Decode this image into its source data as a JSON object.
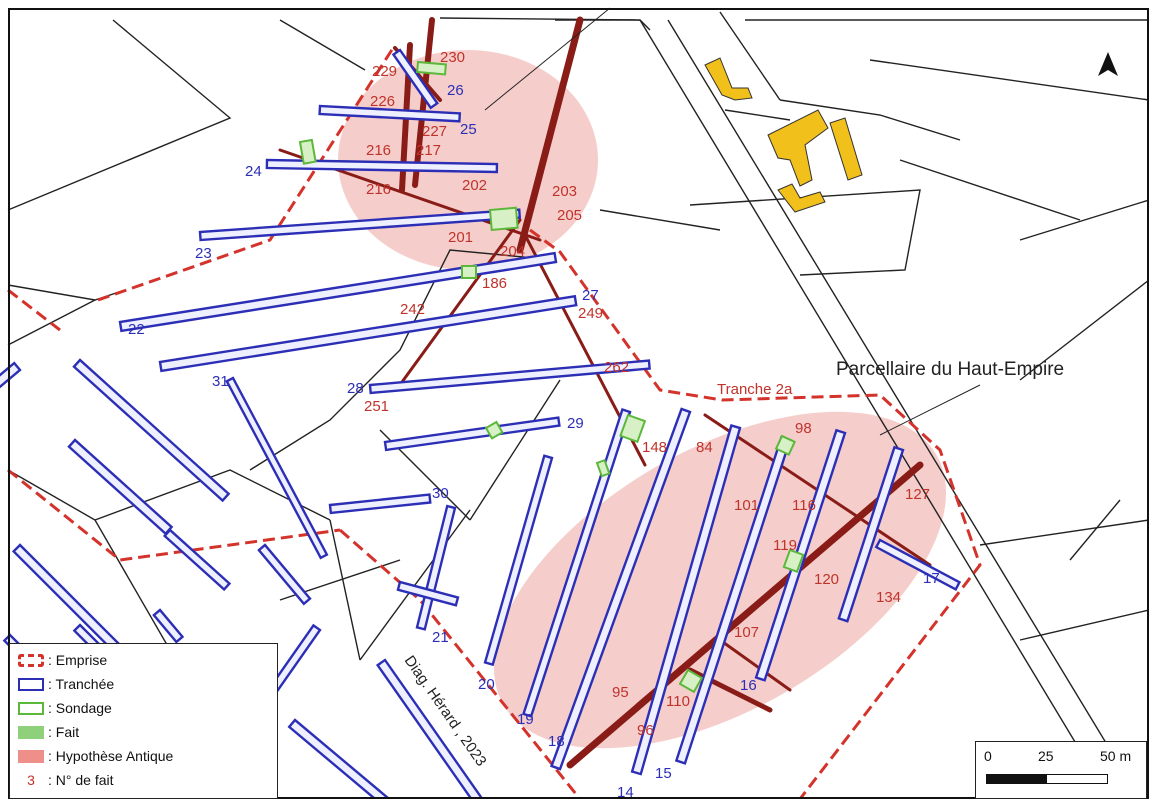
{
  "map": {
    "annotations": {
      "haut_empire": "Parcellaire du Haut-Empire",
      "tranche": "Tranche 2a",
      "diag": "Diag. Hérard , 2023"
    },
    "blue_labels": [
      "26",
      "25",
      "24",
      "23",
      "22",
      "27",
      "28",
      "29",
      "30",
      "31",
      "21",
      "20",
      "19",
      "18",
      "14",
      "15",
      "16",
      "17"
    ],
    "red_labels": [
      "230",
      "229",
      "226",
      "227",
      "216",
      "217",
      "216",
      "202",
      "203",
      "205",
      "201",
      "204",
      "186",
      "242",
      "249",
      "262",
      "251",
      "148",
      "84",
      "98",
      "101",
      "116",
      "127",
      "119",
      "120",
      "134",
      "107",
      "95",
      "110",
      "96"
    ],
    "legend": {
      "emprise": ": Emprise",
      "tranchee": ": Tranchée",
      "sondage": ": Sondage",
      "fait": ": Fait",
      "hypothese": ": Hypothèse Antique",
      "num_symbol": "3",
      "num_label": ": N° de fait"
    },
    "scale": {
      "t0": "0",
      "t1": "25",
      "t2": "50 m"
    },
    "colors": {
      "trench": "#2c2fb6",
      "fact": "#8a1c17",
      "emprise": "#d4332b",
      "sondage": "#5bb83a",
      "hypothesis": "#f3c6c3",
      "building": "#f1c01a"
    }
  }
}
